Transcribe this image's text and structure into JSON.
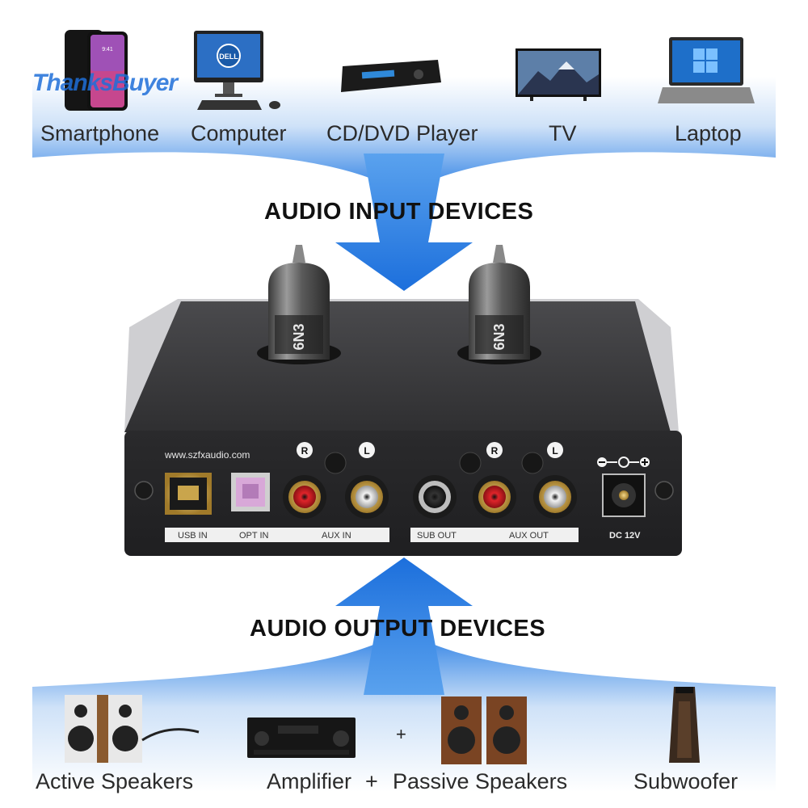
{
  "input_section": {
    "heading": "AUDIO INPUT DEVICES",
    "devices": [
      {
        "label": "Smartphone",
        "icon": "smartphone-icon"
      },
      {
        "label": "Computer",
        "icon": "computer-icon"
      },
      {
        "label": "CD/DVD Player",
        "icon": "cd-dvd-player-icon"
      },
      {
        "label": "TV",
        "icon": "tv-icon"
      },
      {
        "label": "Laptop",
        "icon": "laptop-icon"
      }
    ]
  },
  "output_section": {
    "heading": "AUDIO OUTPUT DEVICES",
    "devices": [
      {
        "label": "Active Speakers",
        "icon": "active-speakers-icon"
      },
      {
        "label": "Amplifier",
        "icon": "amplifier-icon"
      },
      {
        "label": "+",
        "icon": "plus-sign"
      },
      {
        "label": "Passive Speakers",
        "icon": "passive-speakers-icon"
      },
      {
        "label": "Subwoofer",
        "icon": "subwoofer-icon"
      }
    ],
    "small_plus": "+"
  },
  "device_panel": {
    "website": "www.szfxaudio.com",
    "tube_marking": "6N3",
    "channel_r": "R",
    "channel_l": "L",
    "ports": {
      "usb_in": "USB IN",
      "opt_in": "OPT IN",
      "aux_in": "AUX IN",
      "sub_out": "SUB OUT",
      "aux_out": "AUX OUT",
      "dc_power": "DC 12V"
    }
  },
  "device_screens": {
    "phone_time": "9:41",
    "monitor_brand": "DELL"
  },
  "watermark": "ThanksBuyer",
  "colors": {
    "banner_blue": "#2a7fe0",
    "arrow_blue": "#1f78e0",
    "chassis": "#3a3a3c",
    "rca_red": "#e0242a"
  }
}
